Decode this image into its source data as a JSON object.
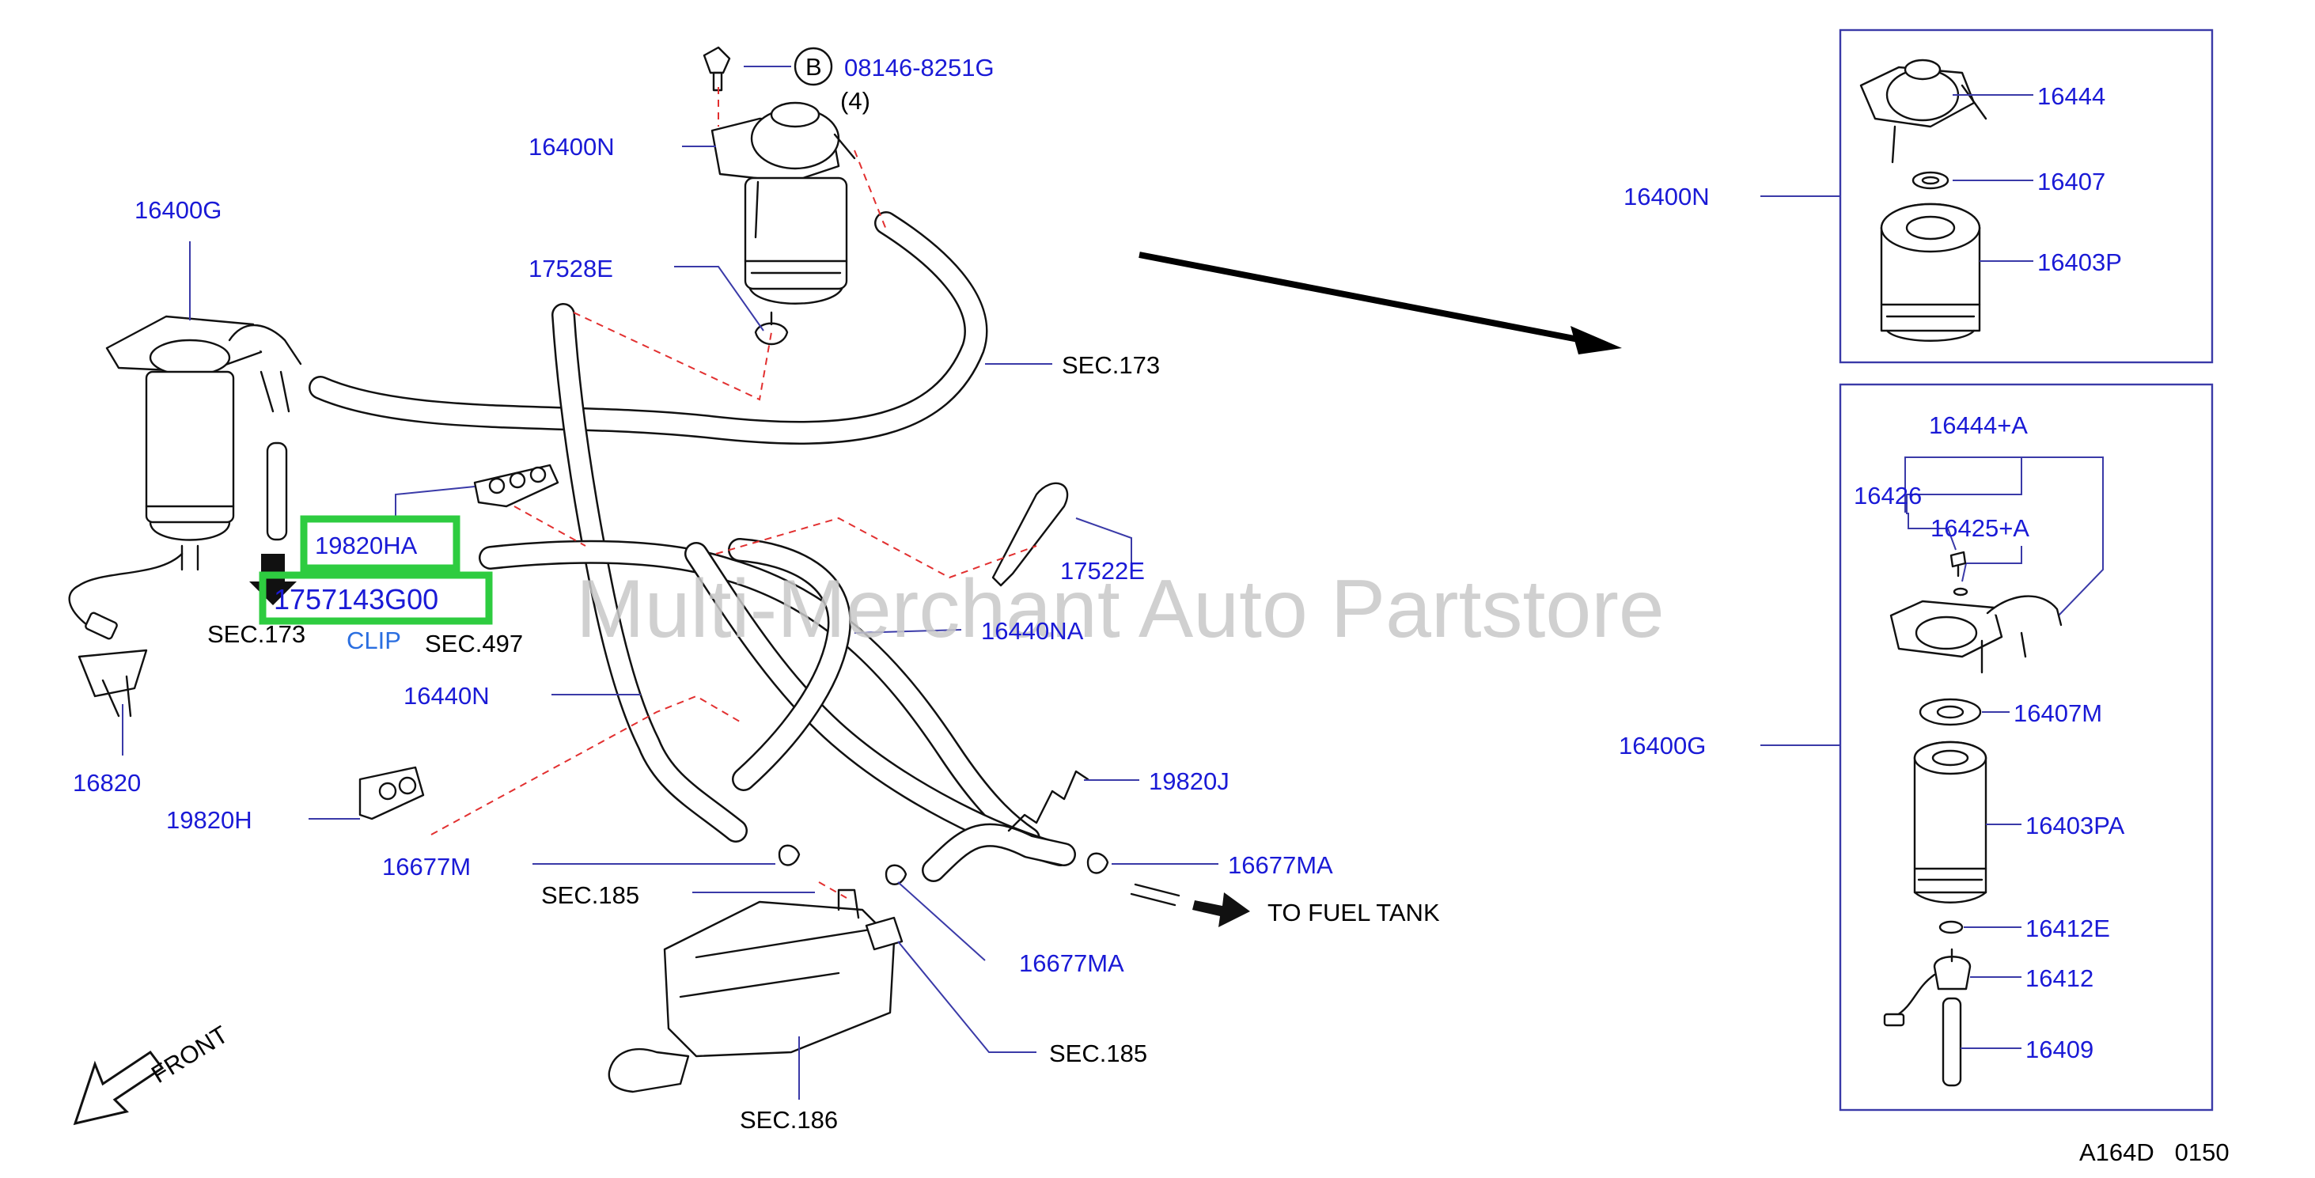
{
  "labels": {
    "p08146": "08146-8251G",
    "qty4": "(4)",
    "circleB": "B",
    "p16400N_main": "16400N",
    "p16400G_main": "16400G",
    "p17528E": "17528E",
    "sec173_right": "SEC.173",
    "p19820HA": "19820HA",
    "p1757143G00": "1757143G00",
    "sec173_left": "SEC.173",
    "clip": "CLIP",
    "sec497": "SEC.497",
    "p17522E": "17522E",
    "p16440NA": "16440NA",
    "p16440N": "16440N",
    "p16820": "16820",
    "p19820J": "19820J",
    "p19820H": "19820H",
    "p16677M": "16677M",
    "p16677MA_right": "16677MA",
    "sec185_left": "SEC.185",
    "p16677MA_low": "16677MA",
    "to_fuel_tank": "TO  FUEL  TANK",
    "sec185_low": "SEC.185",
    "sec186": "SEC.186",
    "front": "FRONT",
    "box1_16400N": "16400N",
    "p16444": "16444",
    "p16407": "16407",
    "p16403P": "16403P",
    "p16444A": "16444+A",
    "p16426": "16426",
    "p16425A": "16425+A",
    "box2_16400G": "16400G",
    "p16407M": "16407M",
    "p16403PA": "16403PA",
    "p16412E": "16412E",
    "p16412": "16412",
    "p16409": "16409",
    "diagram_code": "A164D   0150",
    "watermark": "Multi-Merchant Auto Partstore"
  },
  "colors": {
    "label_blue": "#1a1ad6",
    "leader_blue": "#3a3aa8",
    "dashed_red": "#e23030",
    "highlight_green": "#2ecc40",
    "watermark_gray": "#c8c8c8"
  }
}
